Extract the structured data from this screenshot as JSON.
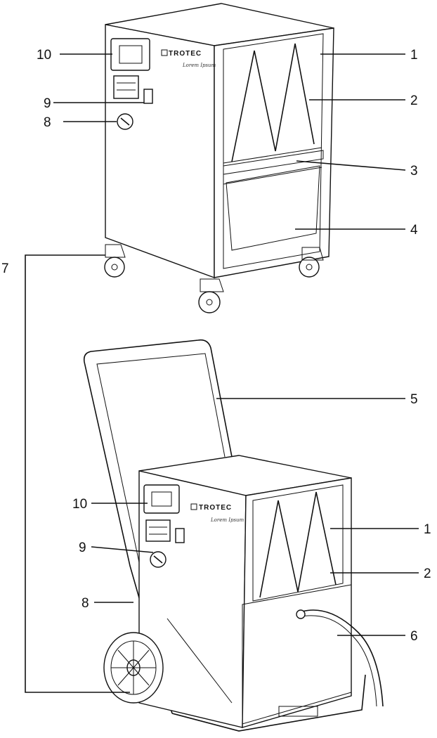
{
  "callouts": {
    "upper": {
      "n10": "10",
      "n9": "9",
      "n8": "8",
      "n7": "7",
      "n1": "1",
      "n2": "2",
      "n3": "3",
      "n4": "4"
    },
    "lower": {
      "n10": "10",
      "n9": "9",
      "n8": "8",
      "n1": "1",
      "n2": "2",
      "n5": "5",
      "n6": "6"
    }
  },
  "brand": {
    "logo_text": "TROTEC",
    "signature": "Lorem Ipsum"
  }
}
